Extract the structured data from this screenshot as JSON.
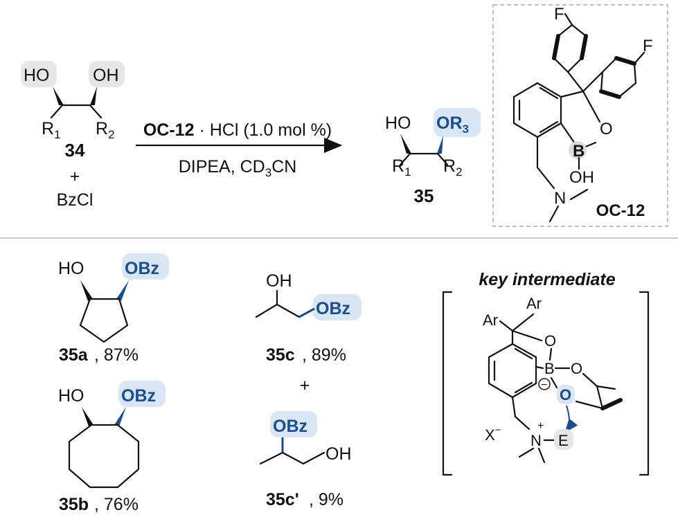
{
  "reaction": {
    "sm_ho1": "HO",
    "sm_oh2": "OH",
    "sm_r1": "R",
    "sm_r1_sub": "1",
    "sm_r2": "R",
    "sm_r2_sub": "2",
    "sm_label": "34",
    "plus": "+",
    "reagent": "BzCl",
    "catalyst_bold": "OC-12",
    "catalyst_rest": " · HCl (1.0 mol %)",
    "cond_a": "DIPEA, CD",
    "cond_sub": "3",
    "cond_b": "CN",
    "prod_ho": "HO",
    "prod_or": "OR",
    "prod_or_sub": "3",
    "prod_r1": "R",
    "prod_r1_sub": "1",
    "prod_r2": "R",
    "prod_r2_sub": "2",
    "prod_label": "35"
  },
  "catalyst": {
    "f1": "F",
    "f2": "F",
    "o": "O",
    "b": "B",
    "oh": "OH",
    "n": "N",
    "label": "OC-12"
  },
  "products": {
    "a_ho": "HO",
    "a_obz": "OBz",
    "a_label": "35a",
    "a_yield": ", 87%",
    "b_ho": "HO",
    "b_obz": "OBz",
    "b_label": "35b",
    "b_yield": ", 76%",
    "c_oh": "OH",
    "c_obz": "OBz",
    "c_label": "35c",
    "c_yield": ", 89%",
    "plus": "+",
    "cp_obz": "OBz",
    "cp_oh": "OH",
    "cp_label": "35c'",
    "cp_yield": ", 9%"
  },
  "intermediate": {
    "title": "key intermediate",
    "ar1": "Ar",
    "ar2": "Ar",
    "o1": "O",
    "b": "B",
    "minus_charge": "−",
    "o2": "O",
    "o3": "O",
    "x": "X",
    "x_charge": "−",
    "n": "N",
    "n_charge": "+",
    "e": "E"
  },
  "colors": {
    "accent_blue": "#1a4d8f",
    "highlight_blue": "#d8e6f6",
    "highlight_gray": "#e6e6e6"
  }
}
